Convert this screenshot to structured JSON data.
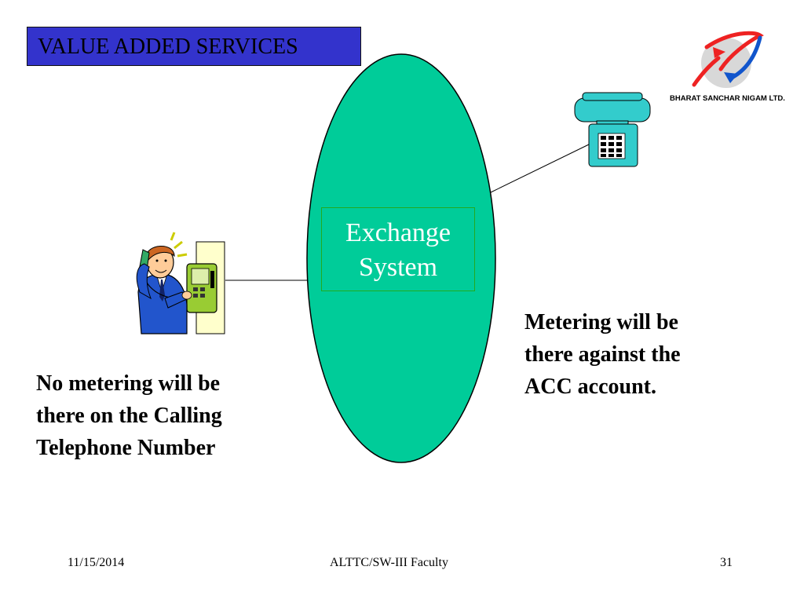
{
  "slide": {
    "title": "VALUE ADDED SERVICES",
    "exchange_label_line1": "Exchange",
    "exchange_label_line2": "System",
    "left_note": [
      "No metering will be",
      "there on the Calling",
      "Telephone Number"
    ],
    "right_note": [
      "Metering will be",
      "there against the",
      "ACC account."
    ],
    "logo_text": "BHARAT SANCHAR NIGAM LTD."
  },
  "footer": {
    "date": "11/15/2014",
    "center": "ALTTC/SW-III Faculty",
    "page": "31"
  },
  "colors": {
    "title_bg": "#3333cc",
    "exchange_fill": "#00cc99",
    "phone_teal": "#33cccc",
    "logo_red": "#ee2222",
    "logo_blue": "#1155cc"
  }
}
